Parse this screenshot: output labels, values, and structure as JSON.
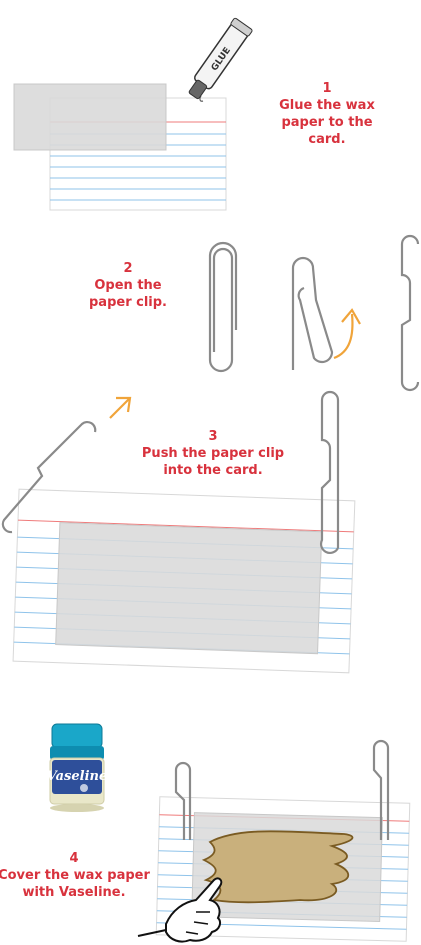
{
  "steps": [
    {
      "number": "1",
      "lines": [
        "Glue the wax",
        "paper to the",
        "card."
      ]
    },
    {
      "number": "2",
      "lines": [
        "Open the",
        "paper clip."
      ]
    },
    {
      "number": "3",
      "lines": [
        "Push the paper clip",
        "into the card."
      ]
    },
    {
      "number": "4",
      "lines": [
        "Cover the wax paper",
        "with Vaseline."
      ]
    }
  ],
  "labels": {
    "glue_tube": "GLUE",
    "jar": "Vaseline"
  },
  "colors": {
    "step_text": "#d8323d",
    "card_line": "#8fc3ea",
    "card_top_line": "#ef7b7b",
    "wax_paper": "#dcdcdc",
    "clip": "#8a8a8a",
    "arrow": "#f0a43a",
    "smear": "#c9b07c"
  }
}
